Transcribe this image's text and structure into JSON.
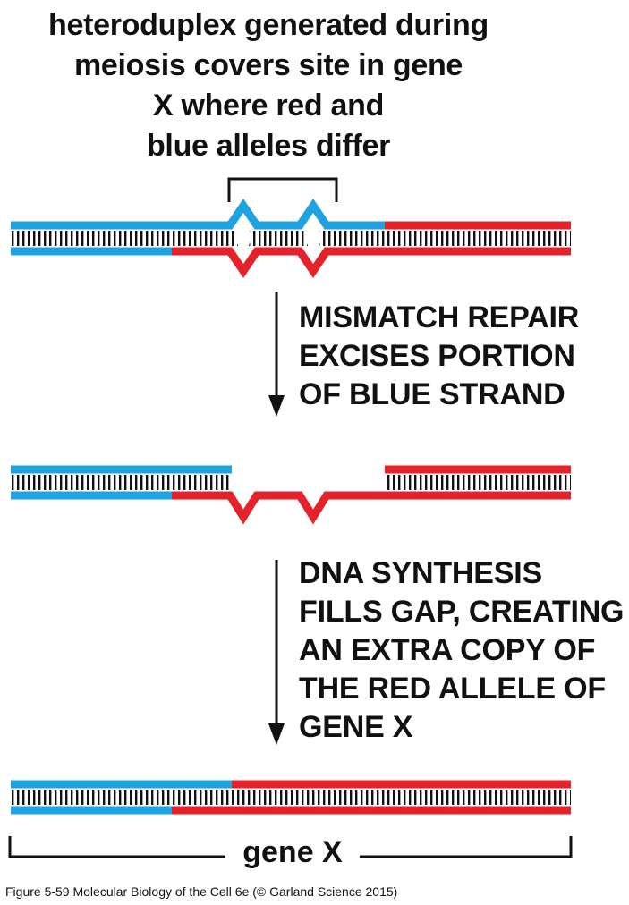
{
  "heading": {
    "lines": [
      "heteroduplex generated during",
      "meiosis covers site in gene",
      "X where red and",
      "blue alleles differ"
    ]
  },
  "steps": [
    {
      "lines": [
        "MISMATCH REPAIR",
        "EXCISES PORTION",
        "OF BLUE STRAND"
      ]
    },
    {
      "lines": [
        "DNA SYNTHESIS",
        "FILLS GAP, CREATING",
        "AN EXTRA COPY OF",
        "THE RED ALLELE OF",
        "GENE X"
      ]
    }
  ],
  "gene_label": "gene X",
  "caption": "Figure 5-59  Molecular Biology of the Cell 6e (© Garland Science 2015)",
  "colors": {
    "blue_strand": "#1fa3e0",
    "red_strand": "#e3222a",
    "rungs": "#111111",
    "text": "#111111"
  }
}
